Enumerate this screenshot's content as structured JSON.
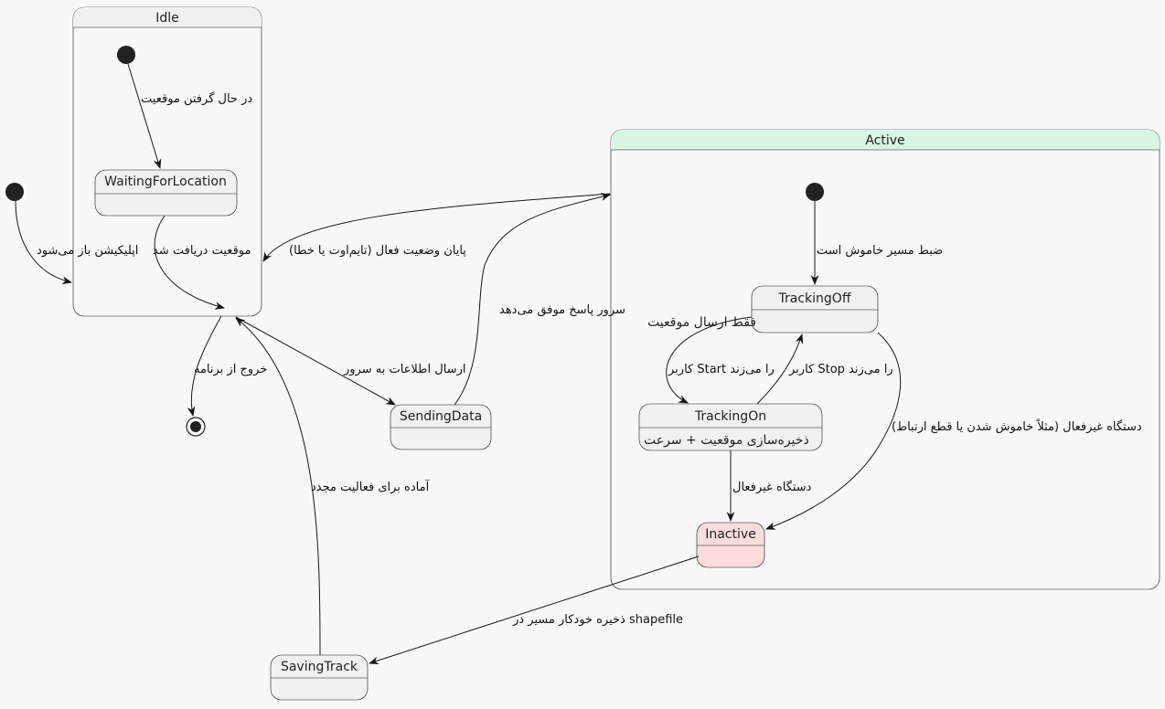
{
  "diagram": {
    "states": {
      "idle": "Idle",
      "waiting": "WaitingForLocation",
      "active": "Active",
      "tracking_off": "TrackingOff",
      "tracking_off_desc": "فقط ارسال موقعیت",
      "tracking_on": "TrackingOn",
      "tracking_on_desc": "ذخیره‌سازی موقعیت + سرعت",
      "inactive": "Inactive",
      "sending_data": "SendingData",
      "saving_track": "SavingTrack"
    },
    "transitions": {
      "app_opens": "اپلیکیشن باز می‌شود",
      "getting_location": "در حال گرفتن موقعیت",
      "location_received": "موقعیت دریافت شد",
      "active_ended": "پایان وضعیت فعال (تایم‌اوت یا خطا)",
      "tracking_off_initial": "ضبط مسیر خاموش است",
      "user_presses_start": "کاربر Start را می‌زند",
      "user_presses_stop": "کاربر Stop را می‌زند",
      "device_inactive_long": "دستگاه غیرفعال (مثلاً خاموش شدن یا قطع ارتباط)",
      "device_inactive": "دستگاه غیرفعال",
      "server_success": "سرور پاسخ موفق می‌دهد",
      "send_to_server": "ارسال اطلاعات به سرور",
      "exit_app": "خروج از برنامه",
      "ready_again": "آماده برای فعالیت مجدد",
      "autosave_shapefile": "ذخیره خودکار مسیر در shapefile"
    },
    "colors": {
      "background": "#f8f8f8",
      "state_fill": "#f1f1f1",
      "active_header": "#d9f5e4",
      "inactive_fill": "#fcdcdc",
      "stroke": "#181818"
    }
  }
}
